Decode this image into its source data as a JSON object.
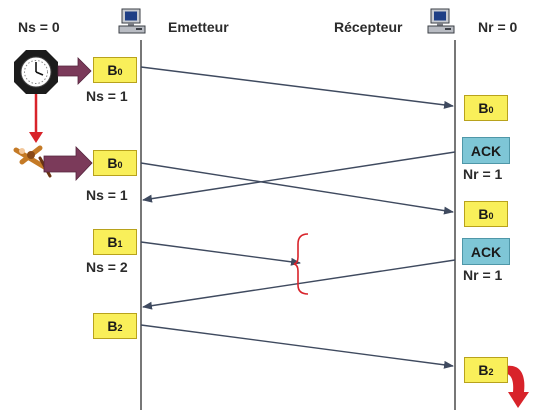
{
  "header": {
    "ns_initial": "Ns = 0",
    "emitter_label": "Emetteur",
    "receiver_label": "Récepteur",
    "nr_initial": "Nr = 0"
  },
  "sender_frames": [
    {
      "name": "B",
      "sub": "0",
      "state": "Ns = 1"
    },
    {
      "name": "B",
      "sub": "0",
      "state": "Ns = 1"
    },
    {
      "name": "B",
      "sub": "1",
      "state": "Ns = 2"
    },
    {
      "name": "B",
      "sub": "2",
      "state": ""
    }
  ],
  "receiver_frames": [
    {
      "name": "B",
      "sub": "0"
    },
    {
      "name": "B",
      "sub": "0"
    },
    {
      "name": "B",
      "sub": "2"
    }
  ],
  "acks": [
    {
      "label": "ACK",
      "state": "Nr = 1"
    },
    {
      "label": "ACK",
      "state": "Nr = 1"
    }
  ],
  "icons": [
    "computer-icon",
    "timer-clock-icon",
    "cut-signal-icon",
    "loss-bracket-icon",
    "delivery-arrow-icon"
  ],
  "colors": {
    "frame": "#f9ef5a",
    "ack": "#7ec6d6",
    "alert": "#d8232a",
    "arrow": "#3f4a5f",
    "pointer": "#7b3a5a"
  }
}
